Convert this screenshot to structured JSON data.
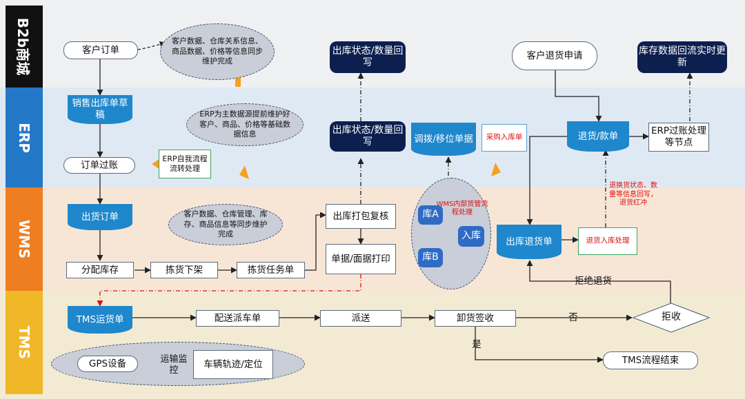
{
  "lanes": [
    {
      "id": "b2b",
      "label": "B2b商城"
    },
    {
      "id": "erp",
      "label": "ERP"
    },
    {
      "id": "wms",
      "label": "WMS"
    },
    {
      "id": "tms",
      "label": "TMS"
    }
  ],
  "nodes": {
    "customer_order": "客户订单",
    "note_b2b": "客户数据、仓库关系信息、商品数据、价格等信息同步维护完成",
    "sales_draft": "销售出库单草稿",
    "note_erp": "ERP为主数据源提前维护好客户、商品、价格等基础数据信息",
    "erp_self_process": "ERP自我流程流转处理",
    "order_posting": "订单过账",
    "out_status_top": "出库状态/数量回写",
    "out_status_erp": "出库状态/数量回写",
    "transfer_doc": "调拨/移位单据",
    "purchase_in": "采购入库单",
    "customer_return": "客户退货申请",
    "inventory_update": "库存数据回流实时更新",
    "return_doc": "退货/款单",
    "erp_posting": "ERP过账处理等节点",
    "return_status_note": "退换货状态、数量等信息回写，退货红冲",
    "ship_order": "出货订单",
    "note_wms": "客户数据、仓库管理、库存、商品信息等同步维护完成",
    "pack_check": "出库打包复核",
    "doc_print": "单据/面据打印",
    "wms_internal": "WMS内部货管流程处理",
    "warehouse_a": "库A",
    "warehouse_b": "库B",
    "inbound": "入库",
    "out_return": "出库退货单",
    "return_in_process": "退货入库处理",
    "allocate": "分配库存",
    "pick_shelf": "拣货下架",
    "pick_task": "拣货任务单",
    "reject_return": "拒绝退货",
    "tms_order": "TMS运货单",
    "dispatch": "配送派车单",
    "deliver": "派送",
    "unload_sign": "卸货签收",
    "no": "否",
    "reject": "拒收",
    "yes": "是",
    "tms_end": "TMS流程结束",
    "gps": "GPS设备",
    "transport_monitor": "运输监控",
    "vehicle_track": "车辆轨迹/定位"
  },
  "colors": {
    "b2b": "#111111",
    "erp": "#2478c8",
    "wms": "#ef7d22",
    "tms": "#f0b828",
    "navy": "#0d1f4e",
    "doc": "#1f87cc",
    "accent_arrow": "#f4a11f",
    "red": "#d11111"
  }
}
